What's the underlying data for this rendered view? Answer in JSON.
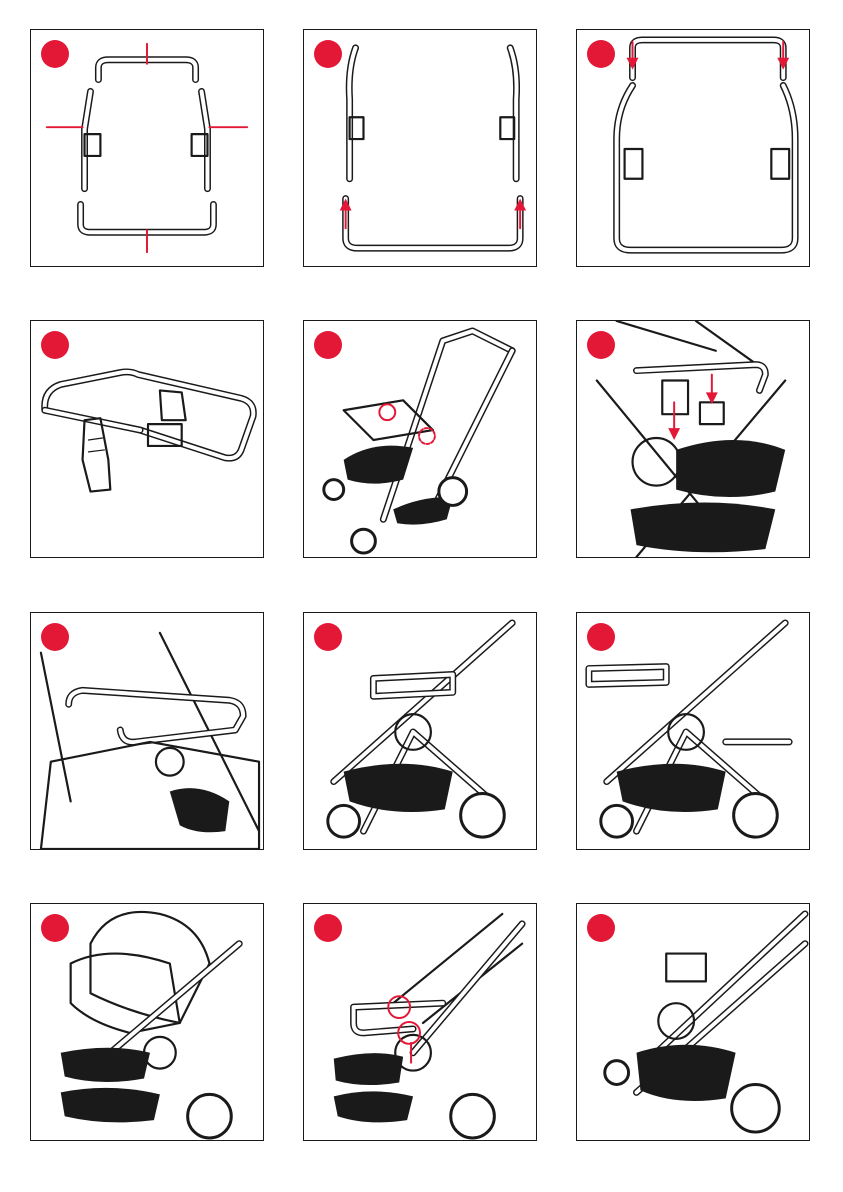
{
  "page": {
    "background": "#ffffff"
  },
  "colors": {
    "accent": "#e31837",
    "line": "#1a1a1a"
  },
  "panels": [
    {
      "step": "",
      "illustration": "bumper-bar-parts"
    },
    {
      "step": "",
      "illustration": "side-arms-into-base"
    },
    {
      "step": "",
      "illustration": "top-bar-onto-arms"
    },
    {
      "step": "",
      "illustration": "assembled-adapter"
    },
    {
      "step": "",
      "illustration": "locate-mounting-points"
    },
    {
      "step": "",
      "illustration": "push-adapter-down"
    },
    {
      "step": "",
      "illustration": "adapter-fitted-closeup"
    },
    {
      "step": "",
      "illustration": "adapter-facing-parent"
    },
    {
      "step": "",
      "illustration": "adapter-facing-world"
    },
    {
      "step": "",
      "illustration": "car-seat-attached"
    },
    {
      "step": "",
      "illustration": "press-release-buttons"
    },
    {
      "step": "",
      "illustration": "folded-with-adapter"
    }
  ]
}
